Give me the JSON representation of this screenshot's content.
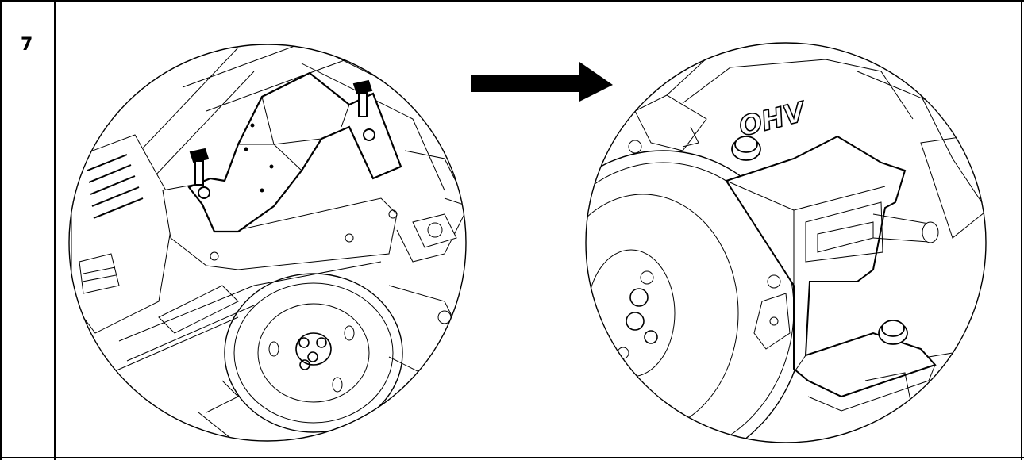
{
  "step": {
    "number": "7"
  },
  "figure_right": {
    "engraved_text": "OHV"
  },
  "icons": {
    "before_view": "engine-bracket-before-illustration",
    "transition": "arrow-right-icon",
    "after_view": "engine-guard-installed-illustration"
  }
}
